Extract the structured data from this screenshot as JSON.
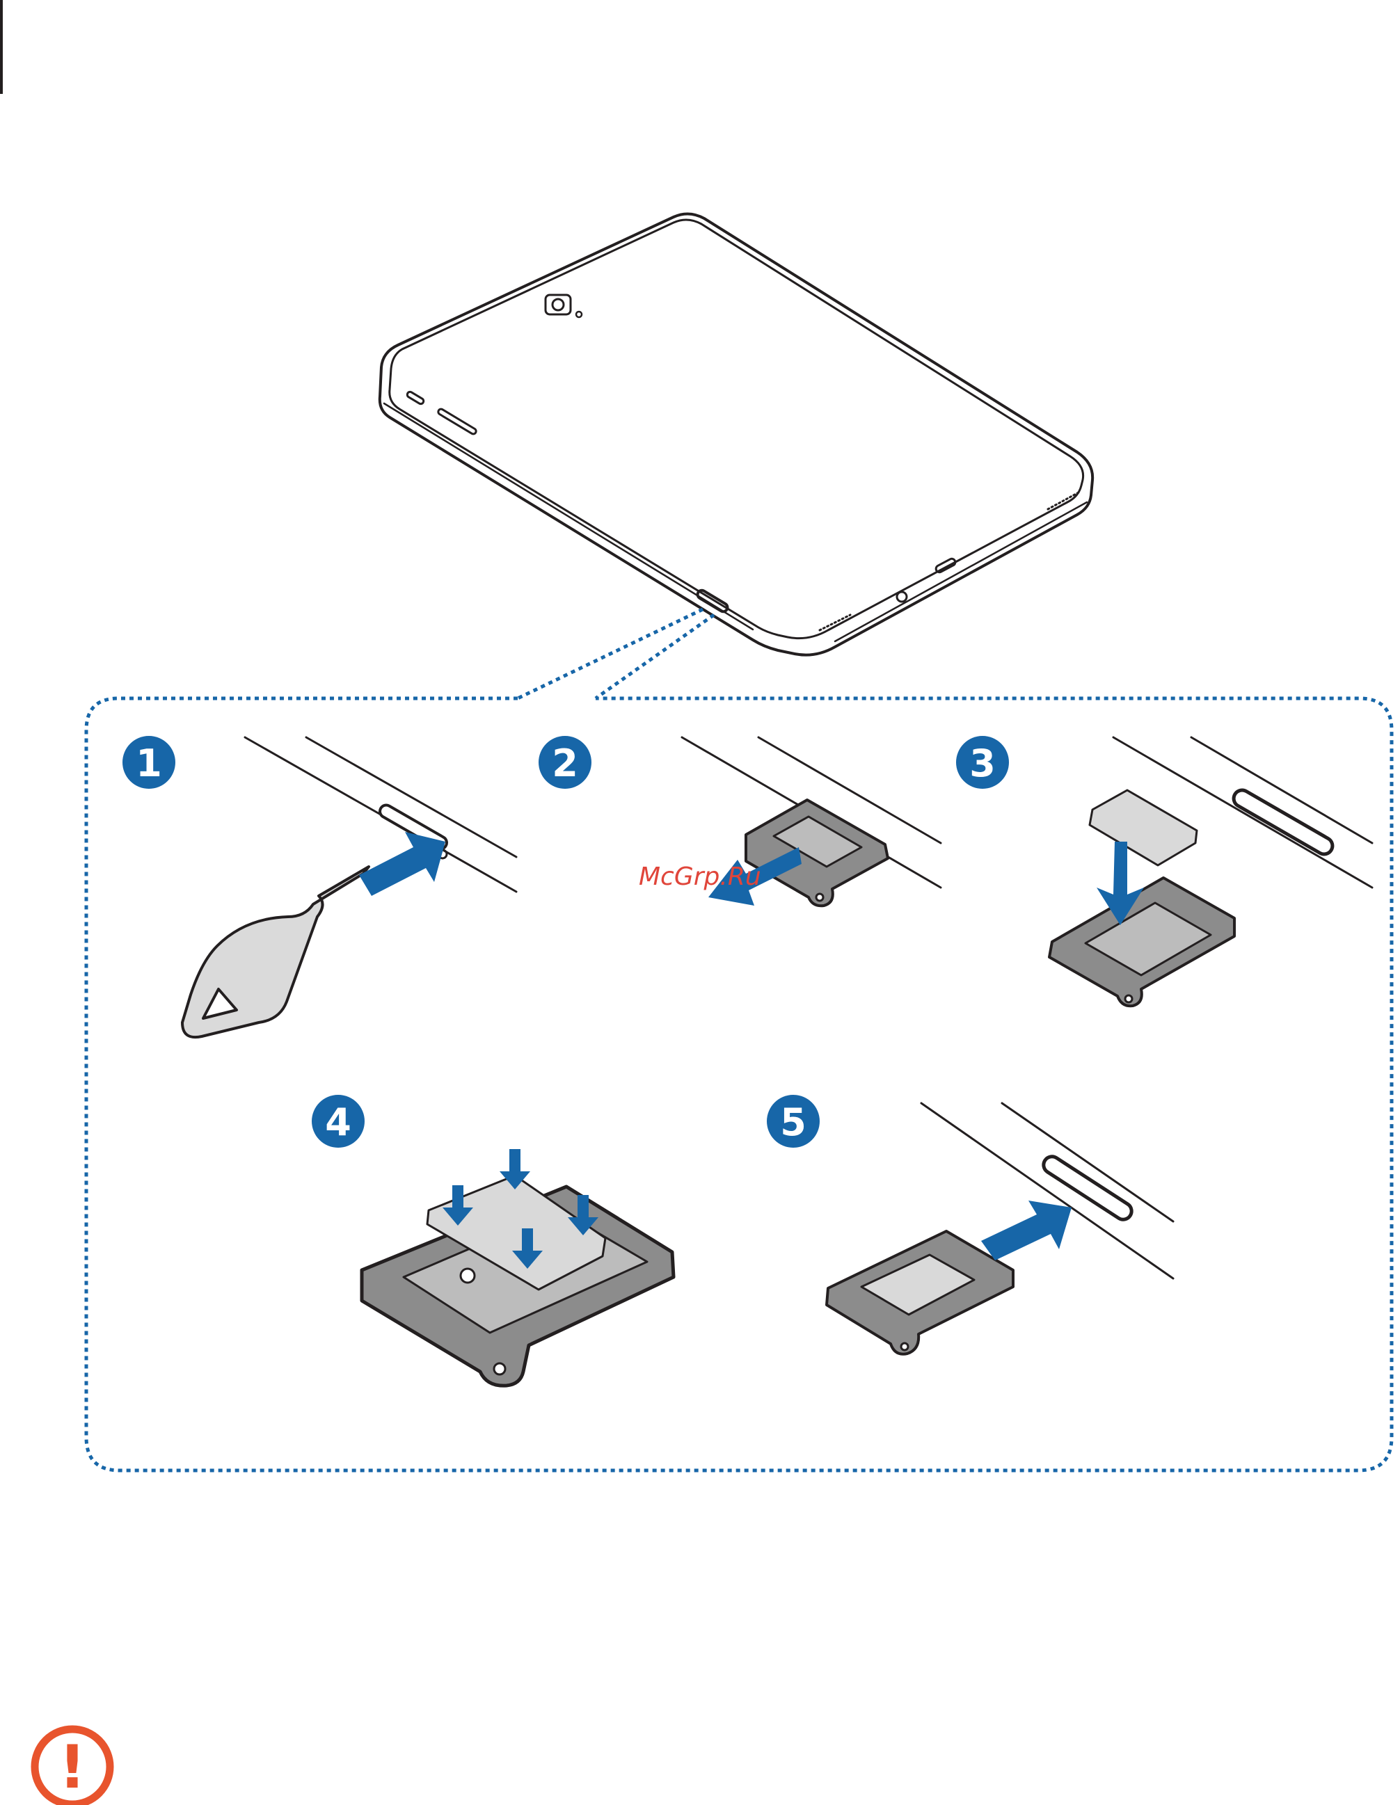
{
  "figure": {
    "colors": {
      "accent_blue": "#1766a8",
      "line_dark": "#231f20",
      "tray_fill": "#8c8c8c",
      "card_fill": "#d9d9d9",
      "pin_fill": "#dadada",
      "caution_orange": "#e8542d"
    },
    "steps": [
      {
        "number": "1",
        "description_icon": "ejection-pin-insert"
      },
      {
        "number": "2",
        "description_icon": "tray-pull-out"
      },
      {
        "number": "3",
        "description_icon": "card-place-into-tray"
      },
      {
        "number": "4",
        "description_icon": "card-press-into-tray"
      },
      {
        "number": "5",
        "description_icon": "tray-insert-back"
      }
    ],
    "watermark": "McGrp.Ru",
    "caution_glyph": "!",
    "caution_icon": "caution-icon"
  }
}
